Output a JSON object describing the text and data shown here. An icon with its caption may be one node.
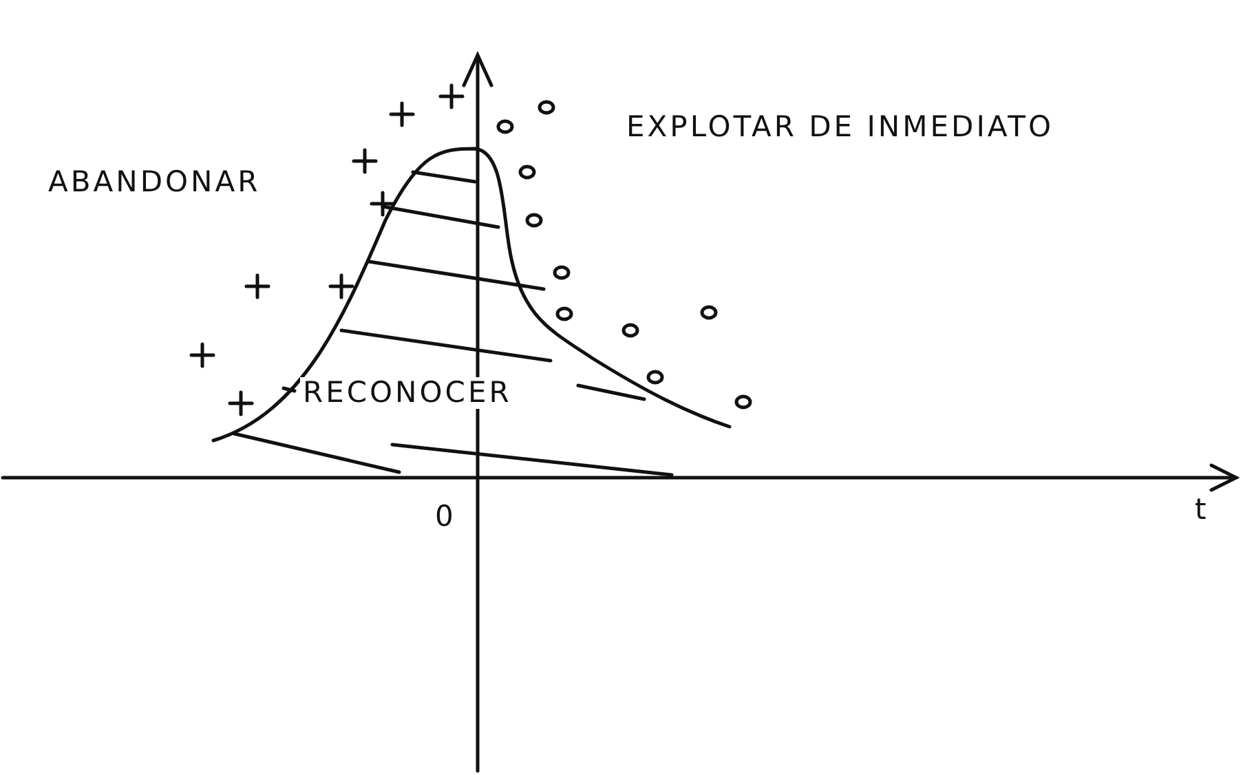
{
  "diagram": {
    "labels": [
      "EXPLOTAR DE INMEDIATO",
      "ABANDONAR",
      "RECONOCER",
      "0",
      "t"
    ]
  }
}
